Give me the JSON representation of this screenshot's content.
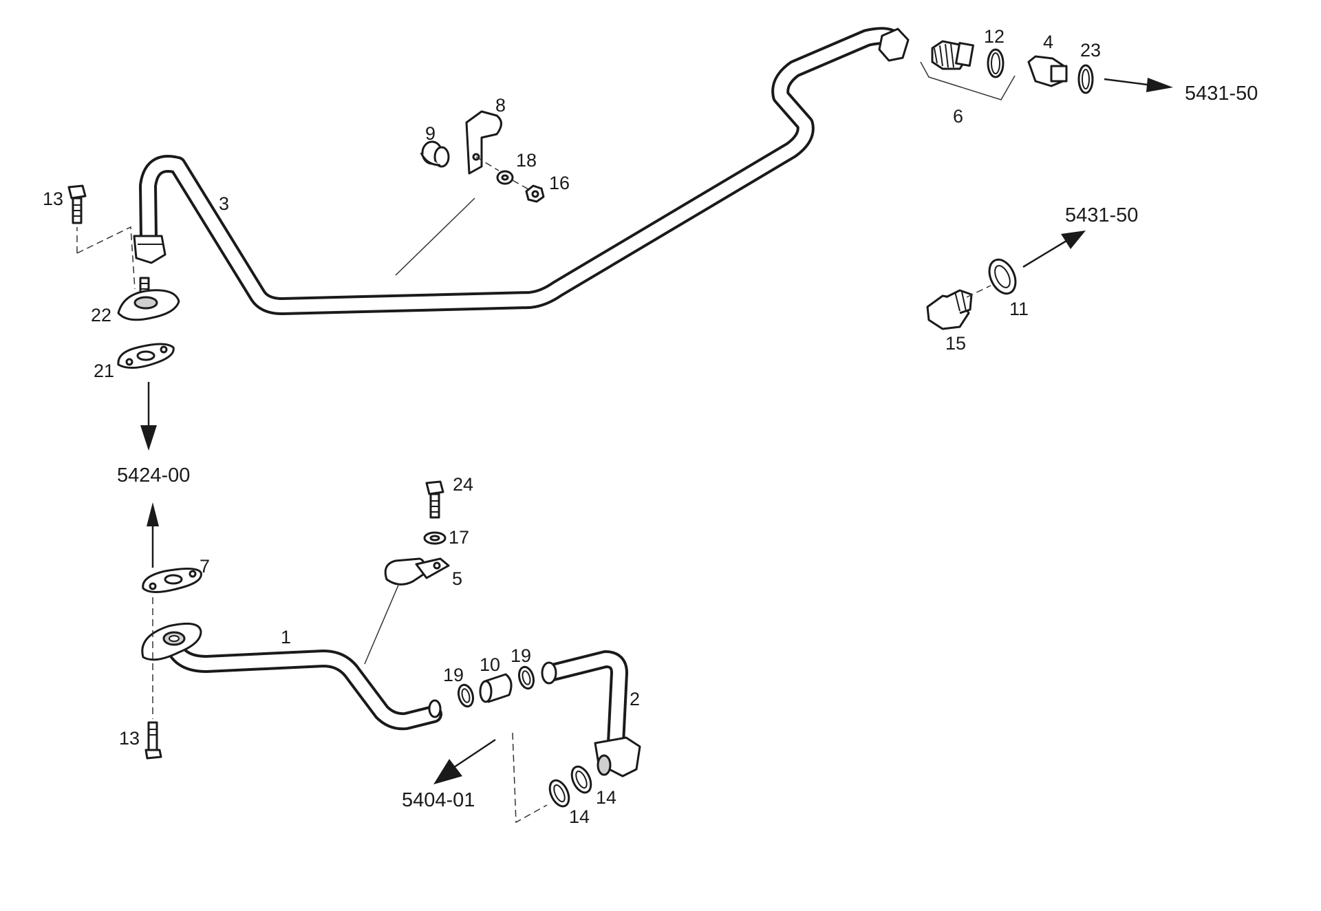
{
  "diagram": {
    "callouts": {
      "c1": "1",
      "c2": "2",
      "c3": "3",
      "c4": "4",
      "c5": "5",
      "c6": "6",
      "c7": "7",
      "c8": "8",
      "c9": "9",
      "c10": "10",
      "c11": "11",
      "c12": "12",
      "c13a": "13",
      "c13b": "13",
      "c14a": "14",
      "c14b": "14",
      "c15": "15",
      "c16": "16",
      "c17": "17",
      "c18": "18",
      "c19a": "19",
      "c19b": "19",
      "c21": "21",
      "c22": "22",
      "c23": "23",
      "c24": "24"
    },
    "references": {
      "r5431_top": "5431-50",
      "r5431_mid": "5431-50",
      "r5424": "5424-00",
      "r5404": "5404-01"
    }
  }
}
